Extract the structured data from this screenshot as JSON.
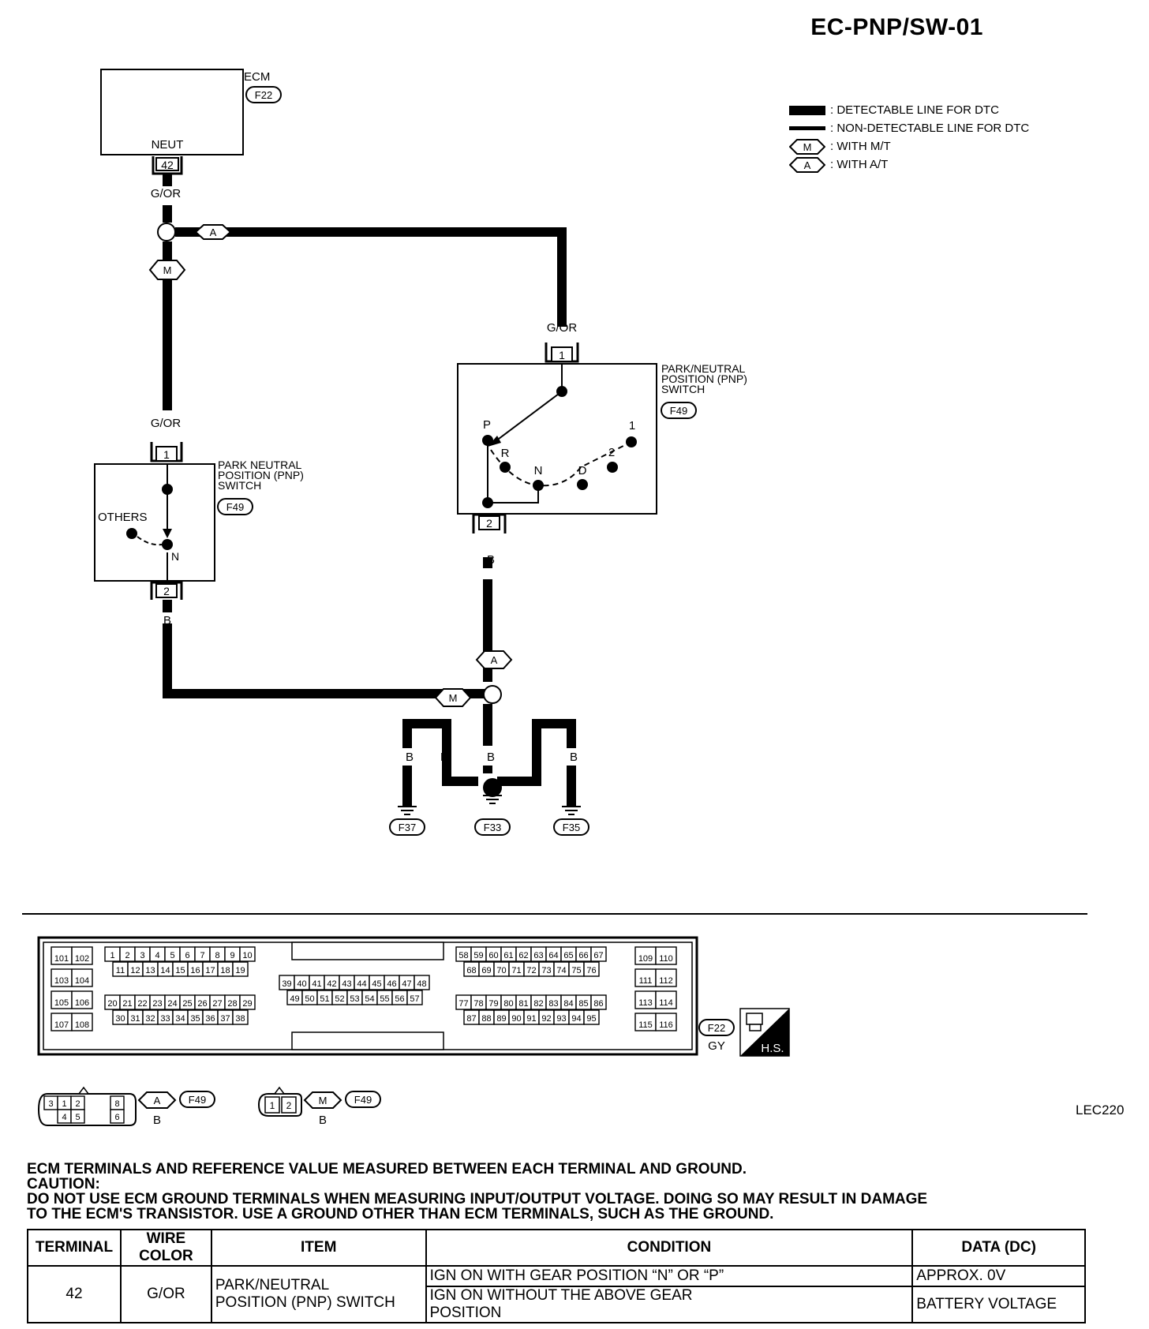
{
  "page": {
    "title": "EC-PNP/SW-01",
    "ref_code": "LEC220"
  },
  "legend": {
    "detectable": ": DETECTABLE LINE FOR DTC",
    "non_detectable": ": NON-DETECTABLE LINE FOR DTC",
    "mt_tag": "M",
    "mt_label": ": WITH M/T",
    "at_tag": "A",
    "at_label": ": WITH A/T"
  },
  "ecm": {
    "label": "ECM",
    "connector": "F22",
    "pin_name": "NEUT",
    "terminal": "42"
  },
  "wires": {
    "gor": "G/OR",
    "b": "B"
  },
  "tags": {
    "a": "A",
    "m": "M"
  },
  "pnp_mt": {
    "label_lines": [
      "PARK NEUTRAL",
      "POSITION (PNP)",
      "SWITCH"
    ],
    "connector": "F49",
    "pin1": "1",
    "pin2": "2",
    "others": "OTHERS",
    "n": "N"
  },
  "pnp_at": {
    "label_lines": [
      "PARK/NEUTRAL",
      "POSITION (PNP)",
      "SWITCH"
    ],
    "connector": "F49",
    "pin1": "1",
    "pin2": "2",
    "positions": [
      "P",
      "R",
      "N",
      "D",
      "2",
      "1"
    ]
  },
  "grounds": [
    "F37",
    "F33",
    "F35"
  ],
  "ecm_connector": {
    "code": "F22",
    "color": "GY",
    "hs": "H.S.",
    "left_block": [
      "101",
      "102",
      "103",
      "104",
      "105",
      "106",
      "107",
      "108"
    ],
    "row1": [
      "1",
      "2",
      "3",
      "4",
      "5",
      "6",
      "7",
      "8",
      "9",
      "10"
    ],
    "row2": [
      "11",
      "12",
      "13",
      "14",
      "15",
      "16",
      "17",
      "18",
      "19"
    ],
    "row3": [
      "20",
      "21",
      "22",
      "23",
      "24",
      "25",
      "26",
      "27",
      "28",
      "29"
    ],
    "row4": [
      "30",
      "31",
      "32",
      "33",
      "34",
      "35",
      "36",
      "37",
      "38"
    ],
    "mid1": [
      "39",
      "40",
      "41",
      "42",
      "43",
      "44",
      "45",
      "46",
      "47",
      "48"
    ],
    "mid2": [
      "49",
      "50",
      "51",
      "52",
      "53",
      "54",
      "55",
      "56",
      "57"
    ],
    "r1": [
      "58",
      "59",
      "60",
      "61",
      "62",
      "63",
      "64",
      "65",
      "66",
      "67"
    ],
    "r2": [
      "68",
      "69",
      "70",
      "71",
      "72",
      "73",
      "74",
      "75",
      "76"
    ],
    "r3": [
      "77",
      "78",
      "79",
      "80",
      "81",
      "82",
      "83",
      "84",
      "85",
      "86"
    ],
    "r4": [
      "87",
      "88",
      "89",
      "90",
      "91",
      "92",
      "93",
      "94",
      "95"
    ],
    "right_block": [
      "109",
      "110",
      "111",
      "112",
      "113",
      "114",
      "115",
      "116"
    ]
  },
  "small_connectors": {
    "at": {
      "top": [
        "3",
        "1",
        "2",
        "8"
      ],
      "bottom": [
        "4",
        "5",
        "6"
      ],
      "tag": "A",
      "code": "F49",
      "color": "B"
    },
    "mt": {
      "pins": [
        "1",
        "2"
      ],
      "tag": "M",
      "code": "F49",
      "color": "B"
    }
  },
  "notes": {
    "line1": "ECM TERMINALS AND REFERENCE VALUE MEASURED BETWEEN EACH TERMINAL AND GROUND.",
    "line2": "CAUTION:",
    "line3": "DO NOT USE ECM GROUND TERMINALS WHEN MEASURING INPUT/OUTPUT VOLTAGE. DOING SO MAY RESULT IN DAMAGE",
    "line4": "TO THE ECM'S TRANSISTOR. USE A GROUND OTHER THAN ECM TERMINALS, SUCH AS THE GROUND."
  },
  "table": {
    "headers": [
      "TERMINAL",
      "WIRE COLOR",
      "ITEM",
      "CONDITION",
      "DATA (DC)"
    ],
    "terminal": "42",
    "wire_color": "G/OR",
    "item_line1": "PARK/NEUTRAL",
    "item_line2": "POSITION (PNP) SWITCH",
    "rows": [
      {
        "condition_line1": "IGN ON WITH GEAR POSITION “N” OR “P”",
        "condition_line2": "",
        "data": "APPROX. 0V"
      },
      {
        "condition_line1": "IGN ON WITHOUT THE ABOVE GEAR",
        "condition_line2": "POSITION",
        "data": "BATTERY VOLTAGE"
      }
    ]
  }
}
